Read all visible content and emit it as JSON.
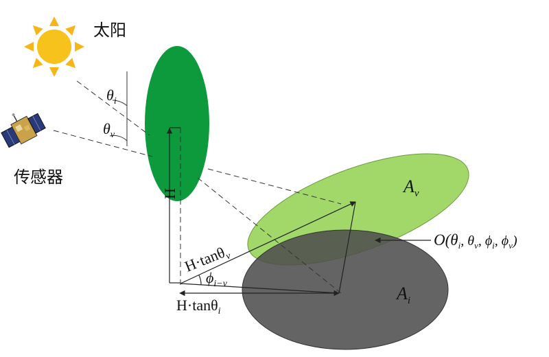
{
  "labels": {
    "sun": "太阳",
    "sensor": "传感器",
    "theta_i": "θ",
    "theta_i_sub": "i",
    "theta_v": "θ",
    "theta_v_sub": "v",
    "height": "H",
    "h_tan_v": "H·tanθ",
    "h_tan_v_sub": "v",
    "h_tan_i": "H·tanθ",
    "h_tan_i_sub": "i",
    "phi": "ϕ",
    "phi_sub": "i−v",
    "a_v": "A",
    "a_v_sub": "v",
    "a_i": "A",
    "a_i_sub": "i",
    "o_point": "O(θ",
    "o_s1": "i",
    "o_t2": ", θ",
    "o_s2": "v",
    "o_t3": ", ϕ",
    "o_s3": "i",
    "o_t4": ", ϕ",
    "o_s4": "v",
    "o_t5": ")"
  },
  "colors": {
    "leaf": "#0c9a3c",
    "shadow_v": "#a2d86a",
    "shadow_i": "#4f4f4f",
    "sun": "#f8c21c",
    "sun_rays": "#f7b51a",
    "line": "#222222"
  },
  "icons": {
    "sun": "sun-icon",
    "sensor": "satellite-icon"
  }
}
